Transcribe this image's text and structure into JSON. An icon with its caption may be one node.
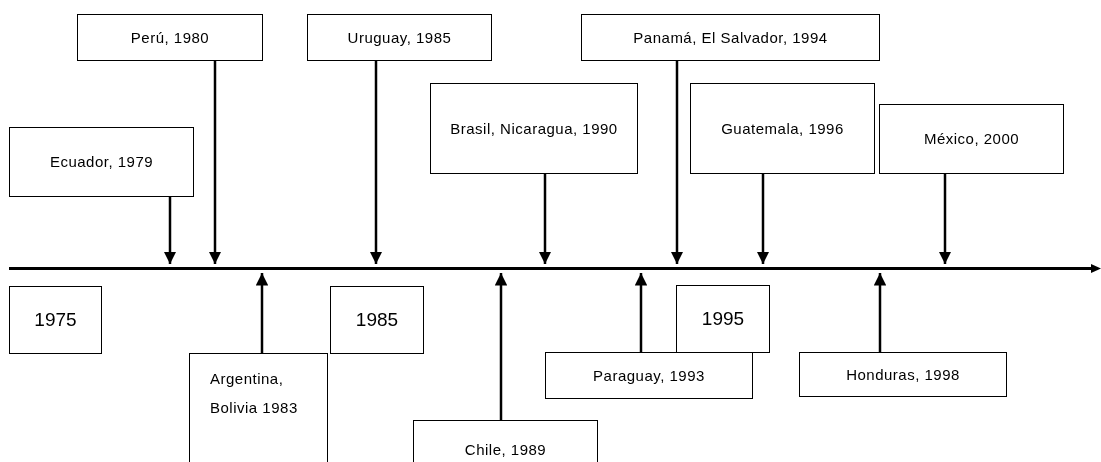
{
  "diagram": {
    "nodes": [
      {
        "text": [
          "Perú, 1980"
        ]
      },
      {
        "text": [
          "Uruguay, 1985"
        ]
      },
      {
        "text": [
          "Panamá, El Salvador, 1994"
        ]
      },
      {
        "text": [
          "Brasil, Nicaragua, 1990"
        ]
      },
      {
        "text": [
          "Guatemala, 1996"
        ]
      },
      {
        "text": [
          "México, 2000"
        ]
      },
      {
        "text": [
          "Ecuador, 1979"
        ]
      },
      {
        "text": [],
        "shape": "bar"
      },
      {
        "text": [
          "1975"
        ]
      },
      {
        "text": [
          "1985"
        ]
      },
      {
        "text": [
          "1995"
        ]
      },
      {
        "text": [
          "Paraguay, 1993"
        ]
      },
      {
        "text": [
          "Honduras, 1998"
        ]
      },
      {
        "text": [
          "Argentina, Bolivia 1983"
        ]
      },
      {
        "text": [
          "Chile, 1989"
        ]
      }
    ],
    "edges": [
      {
        "from": 6,
        "to": 7,
        "arrow": "to"
      },
      {
        "from": 0,
        "to": 7,
        "arrow": "to"
      },
      {
        "from": 13,
        "to": 7,
        "arrow": "to"
      },
      {
        "from": 1,
        "to": 7,
        "arrow": "to"
      },
      {
        "from": 14,
        "to": 7,
        "arrow": "to"
      },
      {
        "from": 3,
        "to": 7,
        "arrow": "to"
      },
      {
        "from": 11,
        "to": 7,
        "arrow": "to"
      },
      {
        "from": 2,
        "to": 7,
        "arrow": "to"
      },
      {
        "from": 4,
        "to": 7,
        "arrow": "to"
      },
      {
        "from": 12,
        "to": 7,
        "arrow": "to"
      },
      {
        "from": 5,
        "to": 7,
        "arrow": "to"
      }
    ]
  }
}
